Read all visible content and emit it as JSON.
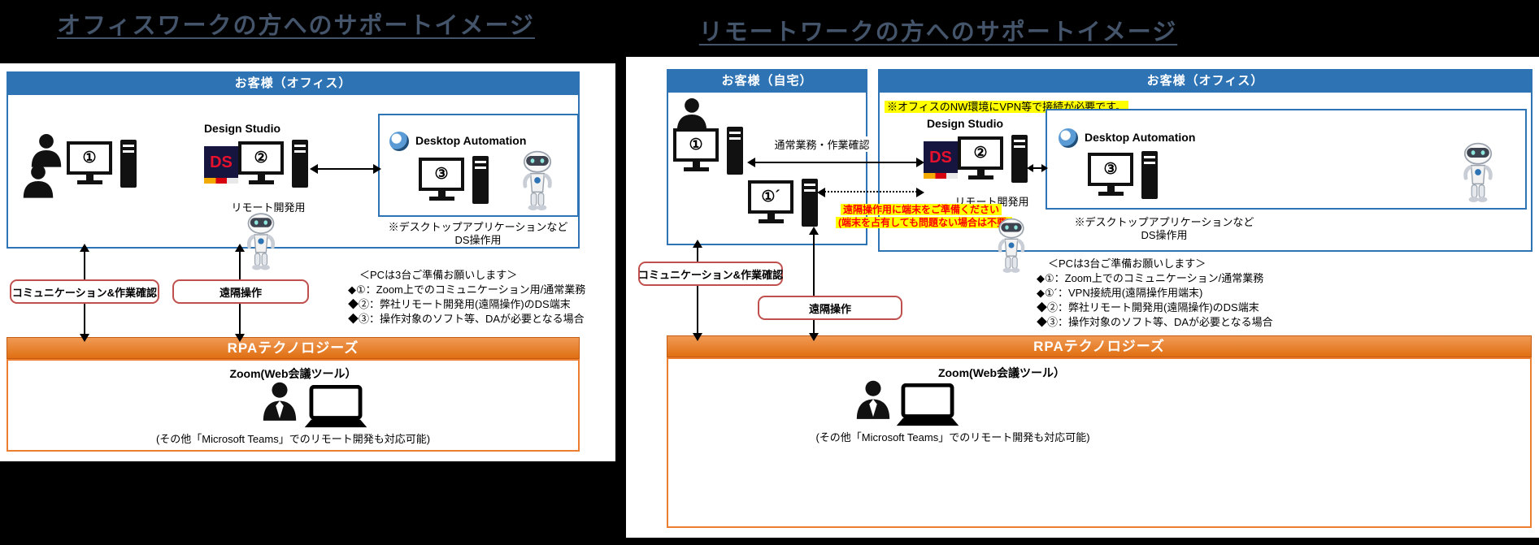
{
  "titles": {
    "office_work": "オフィスワークの方へのサポートイメージ",
    "remote_work": "リモートワークの方へのサポートイメージ"
  },
  "colors": {
    "panel_blue": "#2E74B5",
    "orange": "#ED7D31",
    "red_box_border": "#C0504D",
    "highlight_yellow": "#FFFF00",
    "warning_red": "#FF0000",
    "title_gray": "#44546A",
    "ds_logo_red": "#E8112D"
  },
  "left": {
    "customer_header": "お客様（オフィス）",
    "pc1": "①",
    "pc2": "②",
    "pc3": "③",
    "design_studio": "Design Studio",
    "ds_logo": "DS",
    "remote_dev": "リモート開発用",
    "da_title": "Desktop Automation",
    "da_note1": "※デスクトップアプリケーションなど",
    "da_note2": "DS操作用",
    "comm_label": "コミュニケーション&作業確認",
    "remote_label": "遠隔操作",
    "pc_req_title": "＜PCは3台ご準備お願いします＞",
    "pc_req_items": [
      "◆①：Zoom上でのコミュニケーション用/通常業務",
      "◆②：弊社リモート開発用(遠隔操作)のDS端末",
      "◆③：操作対象のソフト等、DAが必要となる場合"
    ],
    "rpa_header": "RPAテクノロジーズ",
    "zoom_title": "Zoom(Web会議ツール）",
    "teams_note": "(その他「Microsoft Teams」でのリモート開発も対応可能)"
  },
  "right": {
    "home_header": "お客様（自宅）",
    "office_header": "お客様（オフィス）",
    "vpn_note": "※オフィスのNW環境にVPN等で接続が必要です。",
    "pc1": "①",
    "pc1b": "①´",
    "pc2": "②",
    "pc3": "③",
    "normal_work": "通常業務・作業確認",
    "terminal_note1": "遠隔操作用に端末をご準備ください",
    "terminal_note2": "(端末を占有しても問題ない場合は不要)",
    "design_studio": "Design Studio",
    "ds_logo": "DS",
    "remote_dev": "リモート開発用",
    "da_title": "Desktop Automation",
    "da_note1": "※デスクトップアプリケーションなど",
    "da_note2": "DS操作用",
    "comm_label": "コミュニケーション&作業確認",
    "remote_label": "遠隔操作",
    "pc_req_title": "＜PCは3台ご準備お願いします＞",
    "pc_req_items": [
      "◆①：Zoom上でのコミュニケーション/通常業務",
      "◆①´：VPN接続用(遠隔操作用端末)",
      "◆②：弊社リモート開発用(遠隔操作)のDS端末",
      "◆③：操作対象のソフト等、DAが必要となる場合"
    ],
    "rpa_header": "RPAテクノロジーズ",
    "zoom_title": "Zoom(Web会議ツール）",
    "teams_note": "(その他「Microsoft Teams」でのリモート開発も対応可能)"
  }
}
